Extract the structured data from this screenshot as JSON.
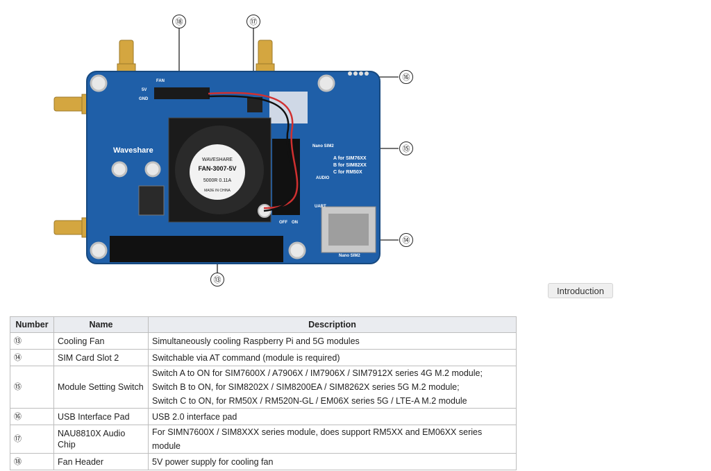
{
  "board": {
    "brand": "Waveshare",
    "fan_brand": "WAVESHARE",
    "fan_model": "FAN-3007-5V",
    "fan_spec": "5000R  0.11A",
    "fan_origin": "MADE IN CHINA",
    "label_fan": "FAN",
    "label_5v": "5V",
    "label_gnd": "GND",
    "label_nano_sim2_top": "Nano SIM2",
    "label_switch_a": "A for SIM76XX",
    "label_switch_b": "B for SIM82XX",
    "label_switch_c": "C for RM50X",
    "label_audio": "AUDIO",
    "label_uart": "UART",
    "label_off": "OFF",
    "label_on": "ON",
    "label_nano_sim2_bottom": "Nano SIM2"
  },
  "callouts": {
    "c13": "⑬",
    "c14": "⑭",
    "c15": "⑮",
    "c16": "⑯",
    "c17": "⑰",
    "c18": "⑱"
  },
  "intro_button": "Introduction",
  "table": {
    "headers": [
      "Number",
      "Name",
      "Description"
    ],
    "rows": [
      {
        "number": "⑬",
        "name": "Cooling Fan",
        "description": [
          "Simultaneously cooling Raspberry Pi and 5G modules"
        ]
      },
      {
        "number": "⑭",
        "name": "SIM Card Slot 2",
        "description": [
          "Switchable via AT command (module is required)"
        ]
      },
      {
        "number": "⑮",
        "name": "Module Setting Switch",
        "description": [
          "Switch A to ON for SIM7600X / A7906X / IM7906X / SIM7912X series 4G M.2 module;",
          "Switch B to ON, for SIM8202X / SIM8200EA / SIM8262X series 5G M.2 module;",
          "Switch C to ON, for RM50X / RM520N-GL / EM06X series 5G / LTE-A M.2 module"
        ]
      },
      {
        "number": "⑯",
        "name": "USB Interface Pad",
        "description": [
          "USB 2.0 interface pad"
        ]
      },
      {
        "number": "⑰",
        "name": "NAU8810X Audio Chip",
        "description": [
          "For SIMN7600X / SIM8XXX series module, does support RM5XX and EM06XX series module"
        ]
      },
      {
        "number": "⑱",
        "name": "Fan Header",
        "description": [
          "5V power supply for cooling fan"
        ]
      }
    ]
  },
  "colors": {
    "pcb": "#1f5fa8",
    "pcb_dark": "#17497f",
    "gold": "#d4a640",
    "fan": "#1b1b1b",
    "header_bg": "#eaecf0"
  }
}
